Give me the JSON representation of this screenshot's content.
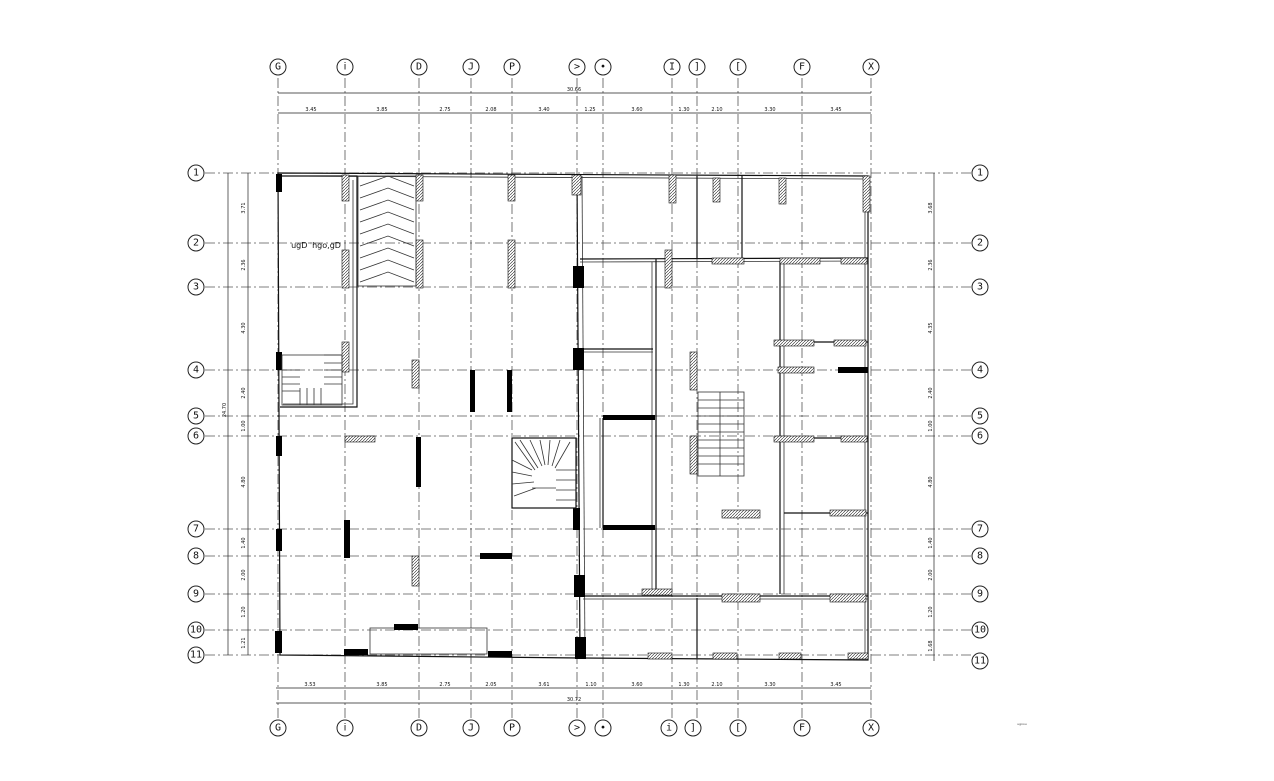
{
  "grid": {
    "columns_top": [
      "G",
      "ⅰ",
      "D",
      "J",
      "P",
      ">",
      "•",
      "I",
      "]",
      "[",
      "F",
      "X"
    ],
    "columns_bottom": [
      "G",
      "ⅰ",
      "D",
      "J",
      "P",
      ">",
      "•",
      "i",
      "]",
      "[",
      "F",
      "X"
    ],
    "rows": [
      "1",
      "2",
      "3",
      "4",
      "5",
      "6",
      "7",
      "8",
      "9",
      "10",
      "11"
    ]
  },
  "dimensions": {
    "top_total": "30.66",
    "top_spans": [
      "3.45",
      "3.85",
      "2.75",
      "2.08",
      "3.40",
      "1.25",
      "3.60",
      "1.30",
      "2.10",
      "3.30",
      "3.45"
    ],
    "bottom_total": "30.72",
    "bottom_spans": [
      "3.53",
      "3.85",
      "2.75",
      "2.05",
      "3.61",
      "1.10",
      "3.60",
      "1.30",
      "2.10",
      "3.30",
      "3.45"
    ],
    "left_total": "24.70",
    "left_spans": [
      "3.71",
      "2.36",
      "4.30",
      "2.40",
      "1.00",
      "4.80",
      "1.40",
      "2.00",
      "1.20",
      "1.21"
    ],
    "right_spans": [
      "3.68",
      "2.36",
      "4.35",
      "2.40",
      "1.00",
      "4.80",
      "1.40",
      "2.00",
      "1.20",
      "1.68"
    ]
  },
  "room_label": "ugD 'hgo,gD",
  "corner_note": "ugnou"
}
